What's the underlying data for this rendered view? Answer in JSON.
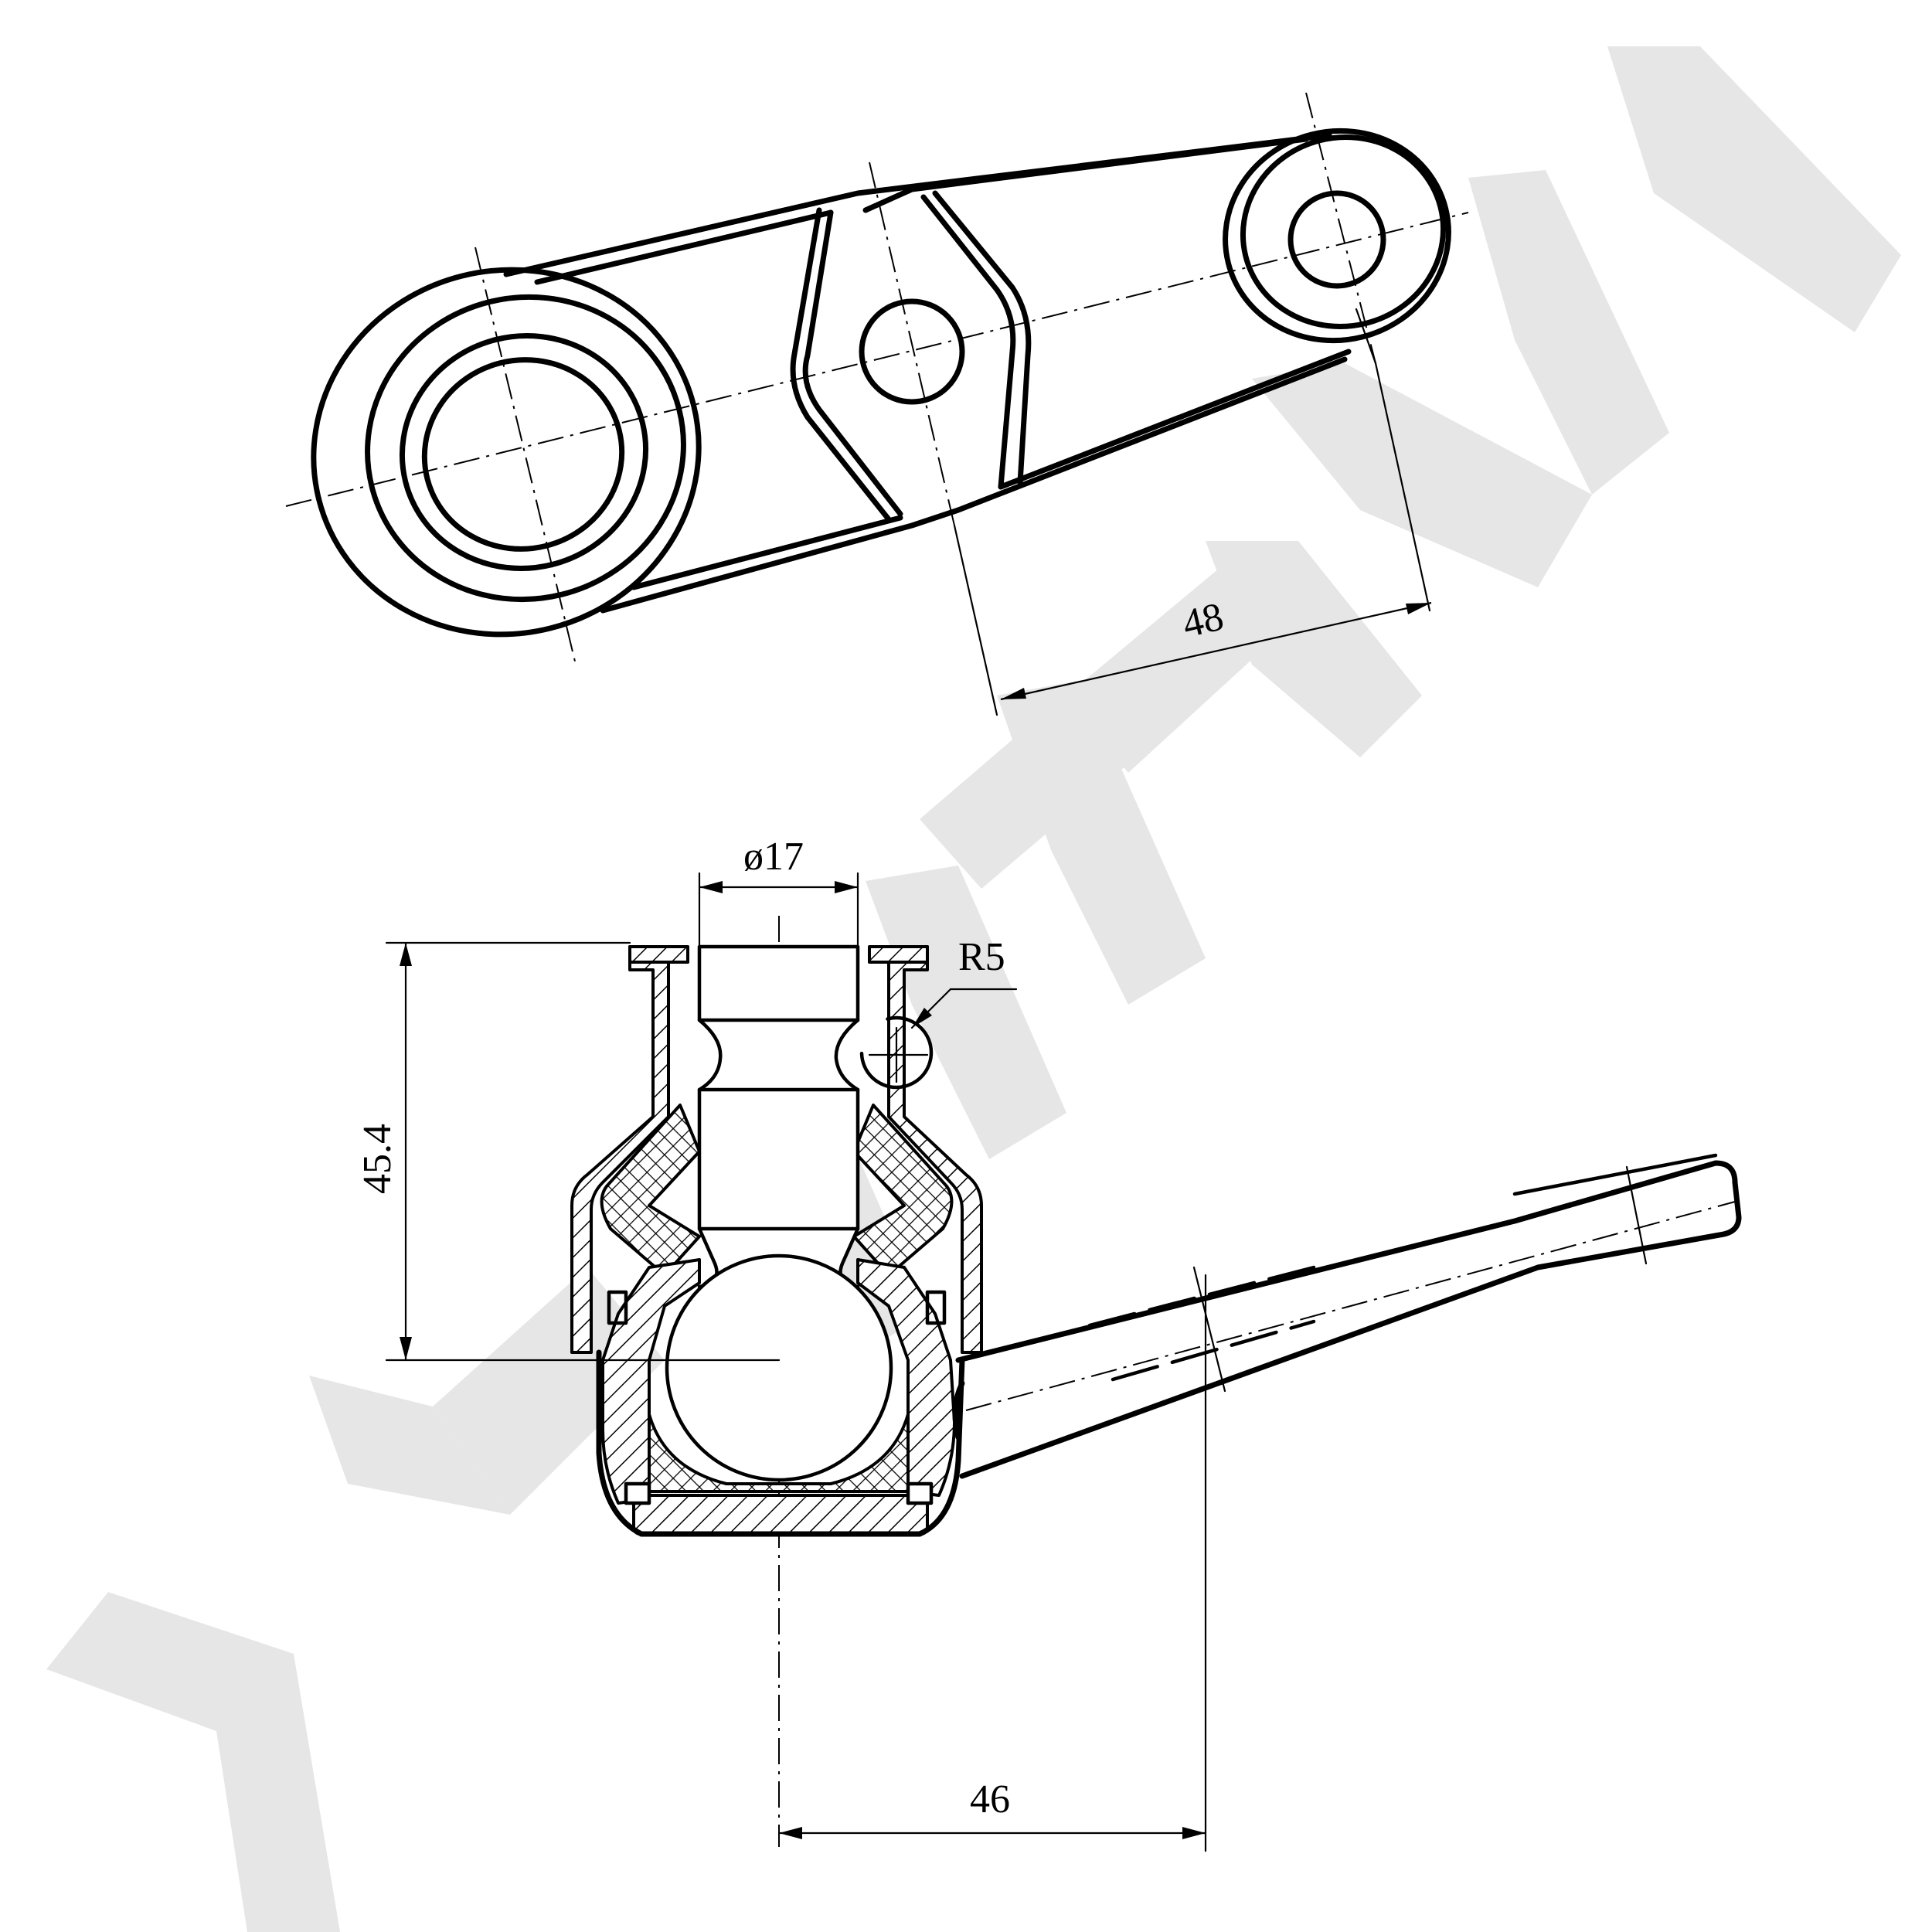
{
  "watermark": {
    "text": "ZENNEK",
    "color": "#e6e6e6"
  },
  "dimensions": {
    "arm_center_distance": "48",
    "stud_diameter": "ø17",
    "fillet_radius": "R5",
    "housing_height": "45.4",
    "offset_distance": "46"
  }
}
